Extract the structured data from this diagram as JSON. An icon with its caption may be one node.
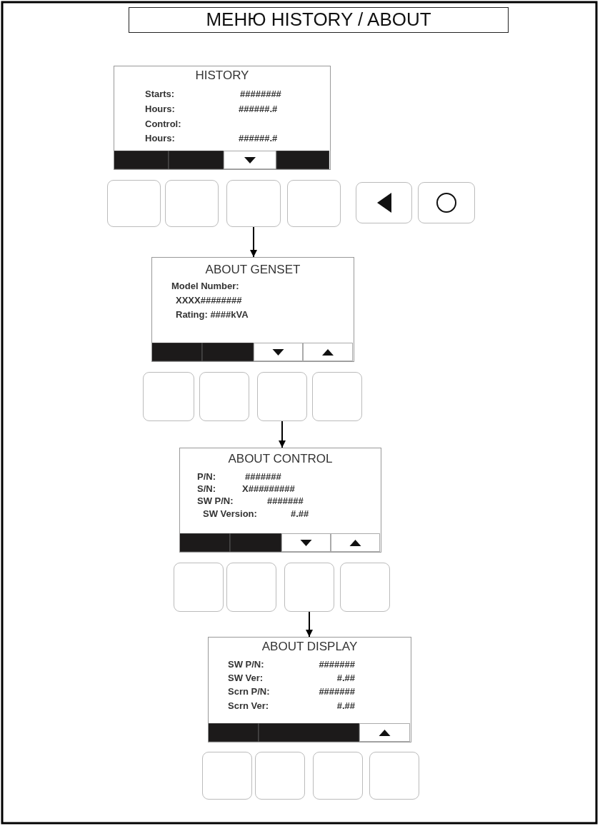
{
  "diagram": {
    "title": "МЕНЮ HISTORY / ABOUT",
    "nodes": [
      {
        "text": [
          "HISTORY",
          "Starts:",
          "########",
          "Hours:",
          "######.#",
          "Control:",
          "Hours:",
          "######.#"
        ]
      },
      {
        "text": [],
        "shape": "box"
      },
      {
        "text": [],
        "shape": "box"
      },
      {
        "text": [],
        "shape": "box"
      },
      {
        "text": [],
        "shape": "box"
      },
      {
        "text": [],
        "shape": "box"
      },
      {
        "text": [],
        "shape": "box"
      },
      {
        "text": [
          "ABOUT GENSET",
          "Model Number:",
          "XXXX########",
          "Rating: ####kVA"
        ]
      },
      {
        "text": [],
        "shape": "box"
      },
      {
        "text": [],
        "shape": "box"
      },
      {
        "text": [],
        "shape": "box"
      },
      {
        "text": [],
        "shape": "box"
      },
      {
        "text": [
          "ABOUT CONTROL",
          "P/N:",
          "#######",
          "S/N:",
          "X#########",
          "SW P/N:",
          "#######",
          "SW Version:",
          "#.##"
        ]
      },
      {
        "text": [],
        "shape": "box"
      },
      {
        "text": [],
        "shape": "box"
      },
      {
        "text": [],
        "shape": "box"
      },
      {
        "text": [],
        "shape": "box"
      },
      {
        "text": [
          "ABOUT DISPLAY",
          "SW P/N:",
          "#######",
          "SW Ver:",
          "#.##",
          "Scrn P/N:",
          "#######",
          "Scrn Ver:",
          "#.##"
        ]
      },
      {
        "text": [],
        "shape": "box"
      },
      {
        "text": [],
        "shape": "box"
      },
      {
        "text": [],
        "shape": "box"
      },
      {
        "text": [],
        "shape": "box"
      }
    ],
    "edges": [
      {
        "from": 3,
        "to": 7,
        "arrow": "to"
      },
      {
        "from": 10,
        "to": 12,
        "arrow": "to"
      },
      {
        "from": 15,
        "to": 17,
        "arrow": "to"
      }
    ]
  }
}
